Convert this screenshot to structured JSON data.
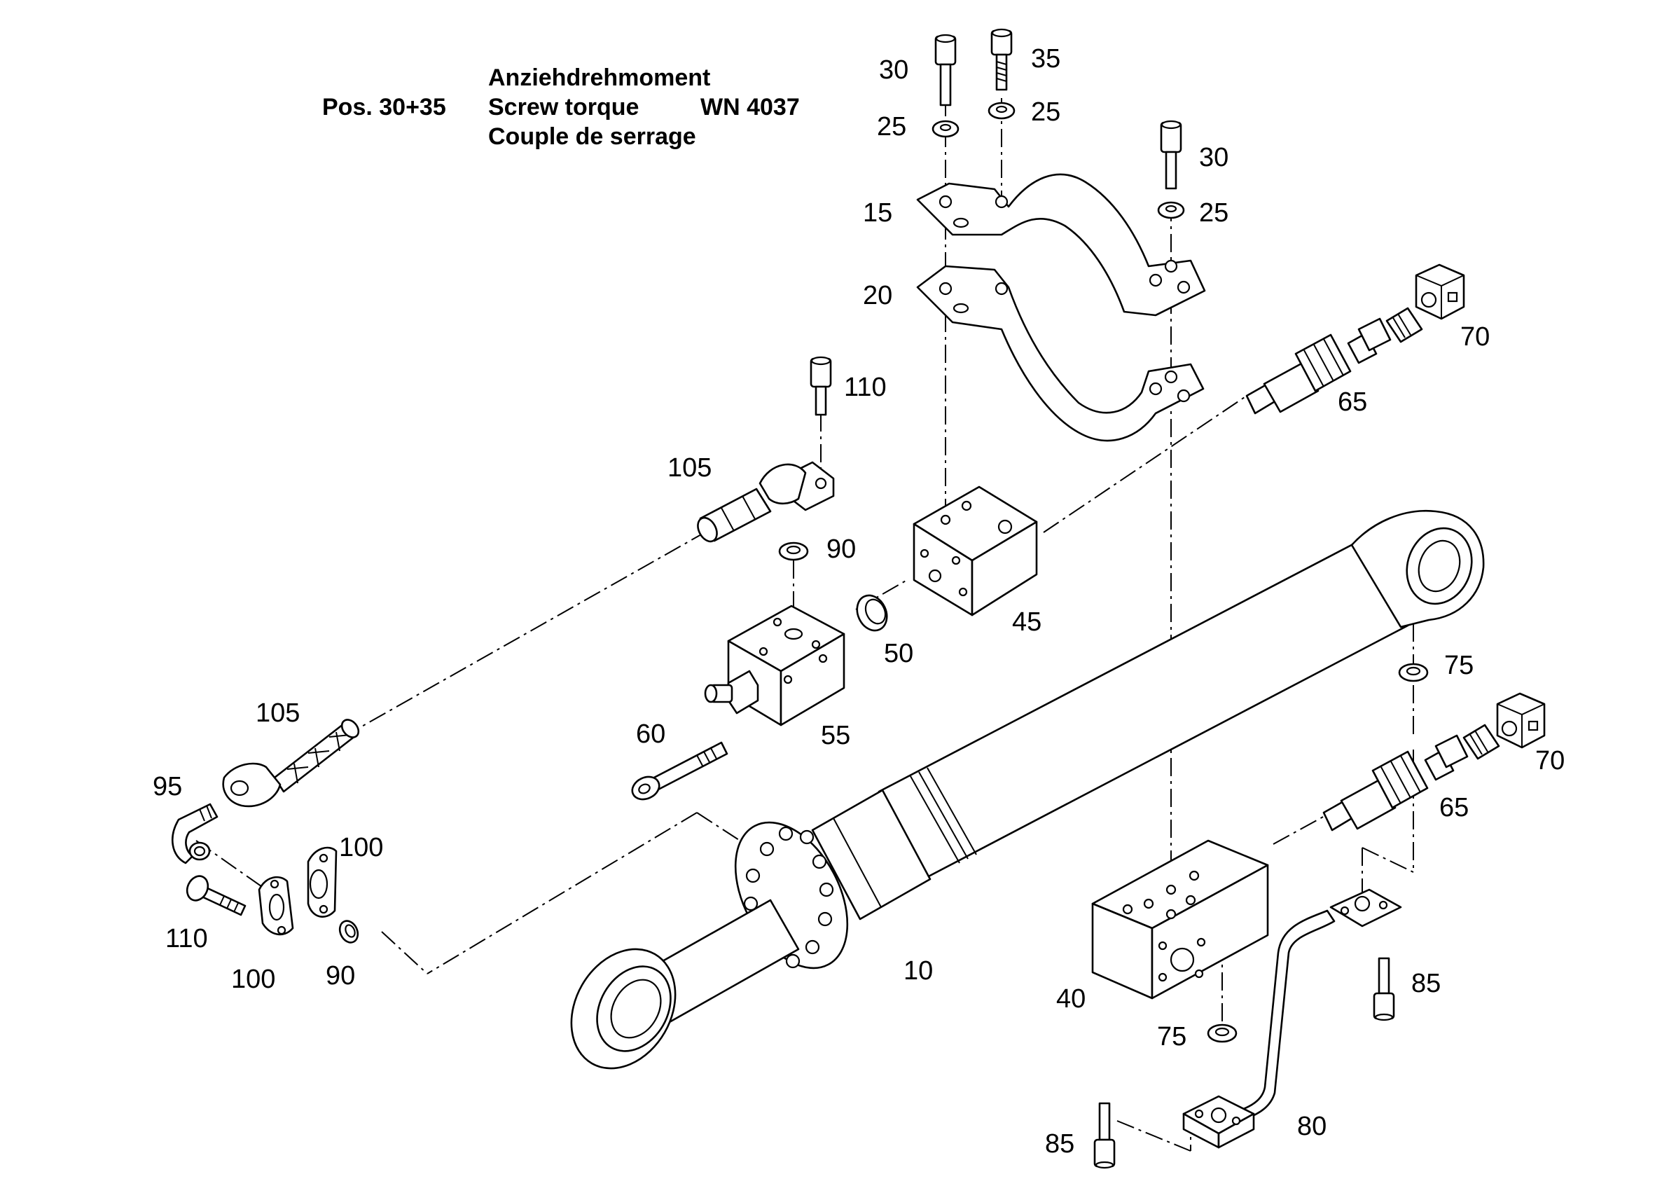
{
  "torque_note": {
    "title": "Anziehdrehmoment",
    "position": "Pos. 30+35",
    "line_en": "Screw torque",
    "standard": "WN 4037",
    "line_fr": "Couple de serrage"
  },
  "callouts": {
    "c10": "10",
    "c15": "15",
    "c20": "20",
    "c25a": "25",
    "c25b": "25",
    "c25c": "25",
    "c30a": "30",
    "c30b": "30",
    "c35": "35",
    "c40": "40",
    "c45": "45",
    "c50": "50",
    "c55": "55",
    "c60": "60",
    "c65a": "65",
    "c65b": "65",
    "c70a": "70",
    "c70b": "70",
    "c75a": "75",
    "c75b": "75",
    "c80": "80",
    "c85a": "85",
    "c85b": "85",
    "c90a": "90",
    "c90b": "90",
    "c95": "95",
    "c100a": "100",
    "c100b": "100",
    "c105a": "105",
    "c105b": "105",
    "c110a": "110",
    "c110b": "110"
  }
}
